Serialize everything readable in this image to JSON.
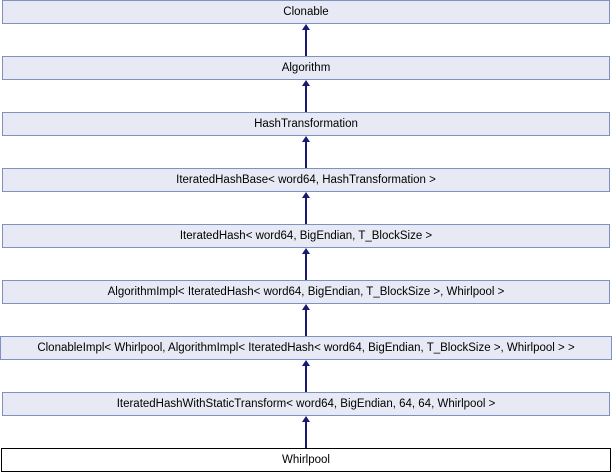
{
  "diagram": {
    "type": "class-inheritance-graph",
    "direction": "derived-at-bottom, arrows point to base class above",
    "nodes": [
      {
        "label": "Clonable",
        "role": "base"
      },
      {
        "label": "Algorithm",
        "role": "base"
      },
      {
        "label": "HashTransformation",
        "role": "base"
      },
      {
        "label": "IteratedHashBase< word64, HashTransformation >",
        "role": "base"
      },
      {
        "label": "IteratedHash< word64, BigEndian, T_BlockSize >",
        "role": "base"
      },
      {
        "label": "AlgorithmImpl< IteratedHash< word64, BigEndian, T_BlockSize >, Whirlpool >",
        "role": "base"
      },
      {
        "label": "ClonableImpl< Whirlpool, AlgorithmImpl< IteratedHash< word64, BigEndian, T_BlockSize >, Whirlpool > >",
        "role": "base"
      },
      {
        "label": "IteratedHashWithStaticTransform< word64, BigEndian, 64, 64, Whirlpool >",
        "role": "base"
      },
      {
        "label": "Whirlpool",
        "role": "current-class"
      }
    ],
    "colors": {
      "node_fill": "#e7eaf4",
      "node_border": "#8090c0",
      "highlight_fill": "#ffffff",
      "highlight_border": "#000000",
      "arrow": "#191970",
      "text": "#000000"
    }
  }
}
